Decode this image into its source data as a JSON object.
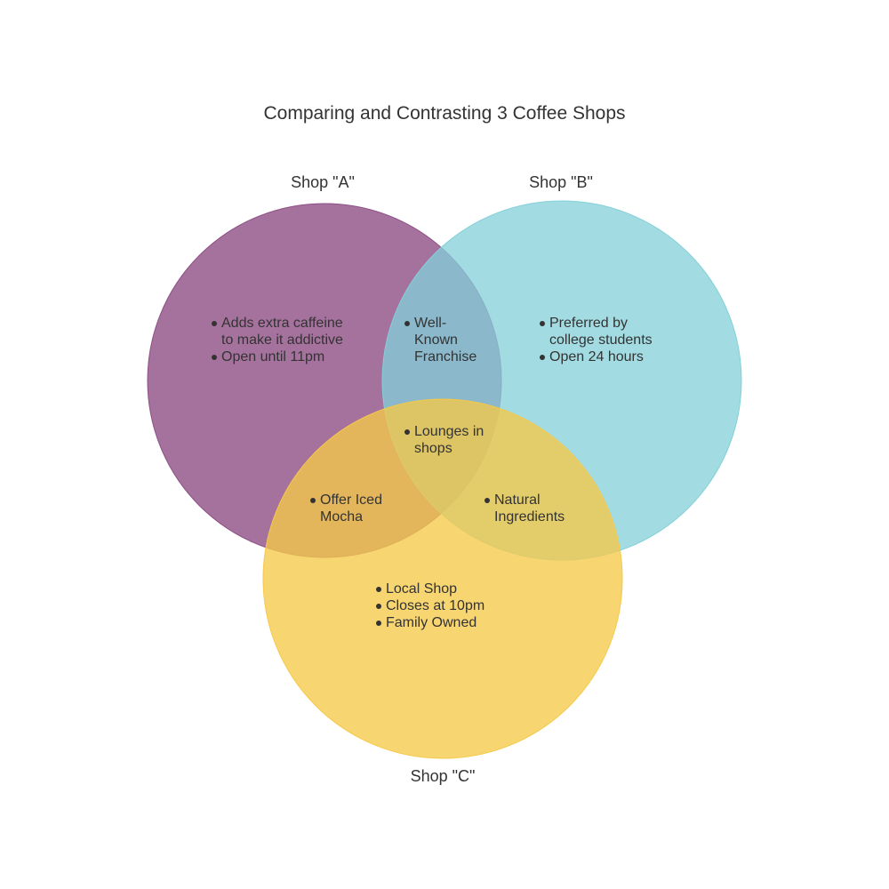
{
  "title": "Comparing and Contrasting 3 Coffee Shops",
  "sets": [
    {
      "id": "A",
      "label": "Shop \"A\"",
      "color": "#8E4F86"
    },
    {
      "id": "B",
      "label": "Shop \"B\"",
      "color": "#83D0D8"
    },
    {
      "id": "C",
      "label": "Shop \"C\"",
      "color": "#F5C949"
    }
  ],
  "regions": {
    "a_only": [
      "Adds extra caffeine\nto make it addictive",
      "Open until 11pm"
    ],
    "b_only": [
      "Preferred by\ncollege students",
      "Open 24 hours"
    ],
    "c_only": [
      "Local Shop",
      "Closes at 10pm",
      "Family Owned"
    ],
    "ab": [
      "Well-\nKnown\nFranchise"
    ],
    "ac": [
      "Offer Iced\nMocha"
    ],
    "bc": [
      "Natural\nIngredients"
    ],
    "abc": [
      "Lounges in\nshops"
    ]
  }
}
